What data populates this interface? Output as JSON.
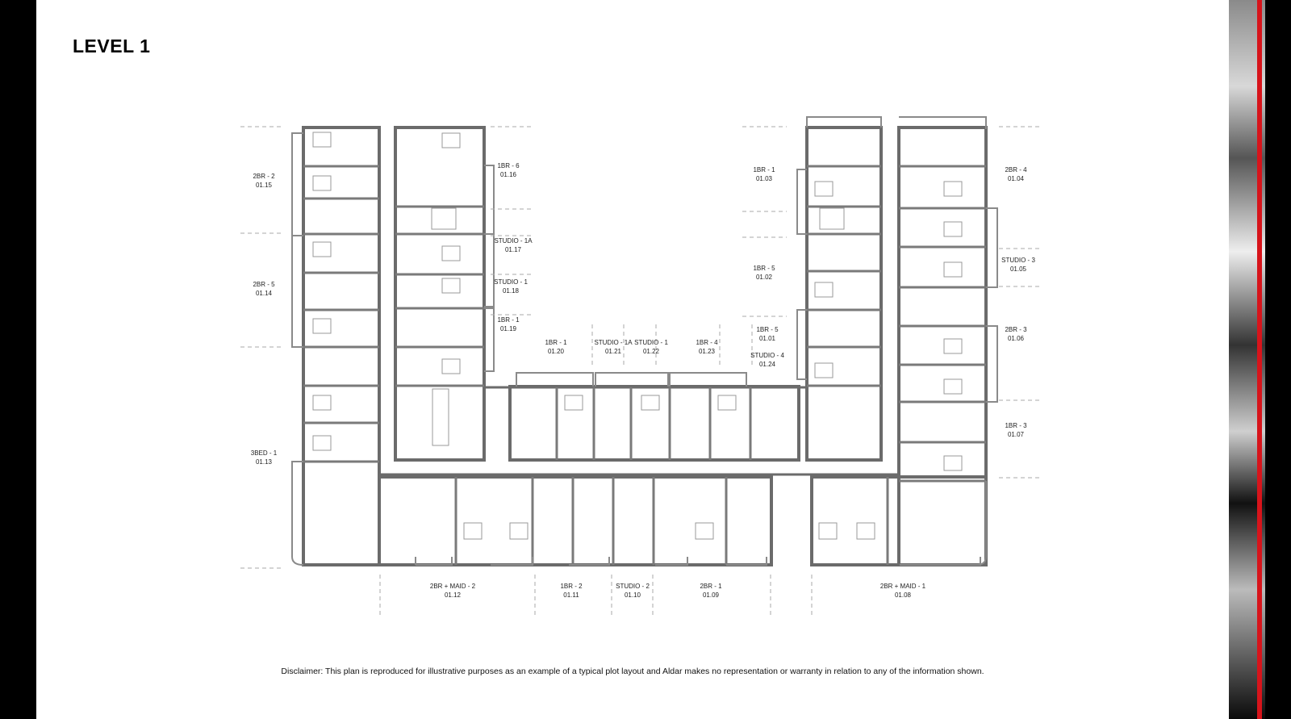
{
  "title": "LEVEL 1",
  "disclaimer": "Disclaimer: This plan is reproduced for illustrative purposes as an example of a typical plot layout and Aldar makes no representation or warranty in relation to any of the information shown.",
  "units": [
    {
      "type": "2BR - 2",
      "number": "01.15"
    },
    {
      "type": "2BR - 5",
      "number": "01.14"
    },
    {
      "type": "3BED - 1",
      "number": "01.13"
    },
    {
      "type": "1BR - 6",
      "number": "01.16"
    },
    {
      "type": "STUDIO - 1A",
      "number": "01.17"
    },
    {
      "type": "STUDIO - 1",
      "number": "01.18"
    },
    {
      "type": "1BR - 1",
      "number": "01.19"
    },
    {
      "type": "1BR - 1",
      "number": "01.20"
    },
    {
      "type": "STUDIO - 1A",
      "number": "01.21"
    },
    {
      "type": "STUDIO - 1",
      "number": "01.22"
    },
    {
      "type": "1BR - 4",
      "number": "01.23"
    },
    {
      "type": "1BR - 5",
      "number": "01.01"
    },
    {
      "type": "STUDIO - 4",
      "number": "01.24"
    },
    {
      "type": "1BR - 1",
      "number": "01.03"
    },
    {
      "type": "1BR - 5",
      "number": "01.02"
    },
    {
      "type": "2BR - 4",
      "number": "01.04"
    },
    {
      "type": "STUDIO - 3",
      "number": "01.05"
    },
    {
      "type": "2BR - 3",
      "number": "01.06"
    },
    {
      "type": "1BR - 3",
      "number": "01.07"
    },
    {
      "type": "2BR + MAID - 2",
      "number": "01.12"
    },
    {
      "type": "1BR - 2",
      "number": "01.11"
    },
    {
      "type": "STUDIO - 2",
      "number": "01.10"
    },
    {
      "type": "2BR - 1",
      "number": "01.09"
    },
    {
      "type": "2BR + MAID - 1",
      "number": "01.08"
    }
  ]
}
